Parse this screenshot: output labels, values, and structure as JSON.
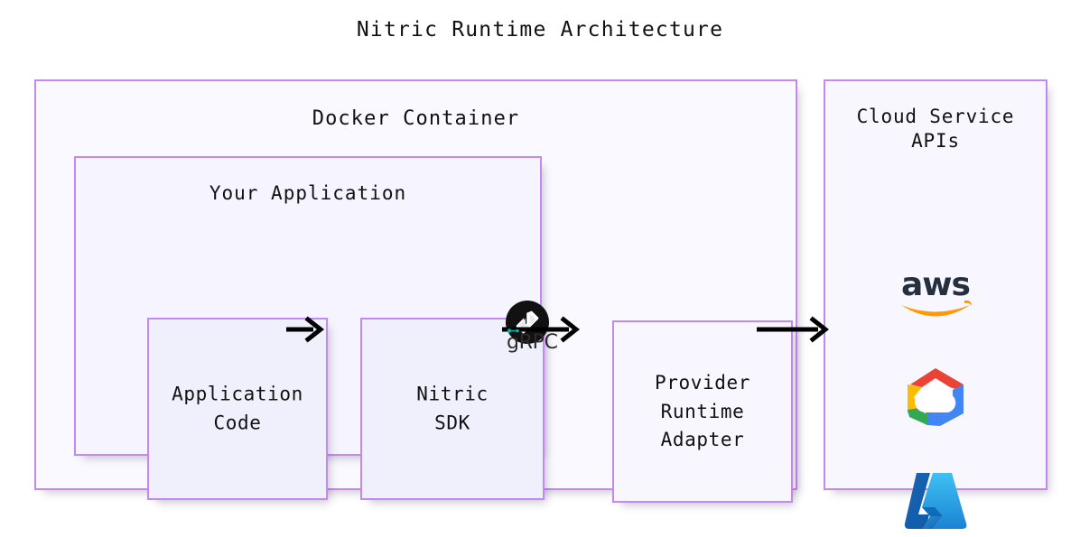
{
  "diagram": {
    "title": "Nitric Runtime Architecture",
    "accent_border_color": "#c389f0",
    "box_fill_color": "#f7f5ff",
    "arrow_color": "#000000"
  },
  "docker_container": {
    "label": "Docker Container",
    "your_application": {
      "label": "Your Application",
      "application_code": {
        "label": "Application\nCode"
      },
      "nitric_sdk": {
        "label": "Nitric\nSDK",
        "badge_icon": "nitric-logo-icon",
        "badge_color": "#111111"
      }
    },
    "provider_runtime_adapter": {
      "label": "Provider\nRuntime\nAdapter"
    }
  },
  "connections": {
    "code_to_sdk": {
      "icon": "arrow-right-icon",
      "label": ""
    },
    "sdk_to_adapter": {
      "icon": "arrow-right-icon",
      "label": "gRPC",
      "label_mark_color": "#00b5ad"
    },
    "adapter_to_cloud": {
      "icon": "arrow-right-icon",
      "label": ""
    }
  },
  "cloud_service_apis": {
    "label": "Cloud Service\nAPIs",
    "providers": [
      {
        "name": "aws",
        "icon": "aws-logo-icon",
        "text_color": "#252f3e",
        "accent_color": "#ff9900"
      },
      {
        "name": "google-cloud",
        "icon": "google-cloud-logo-icon",
        "colors": [
          "#ea4335",
          "#fbbc04",
          "#34a853",
          "#4285f4"
        ]
      },
      {
        "name": "azure",
        "icon": "azure-logo-icon",
        "colors": [
          "#0e5fa6",
          "#32bdf1"
        ]
      }
    ]
  }
}
